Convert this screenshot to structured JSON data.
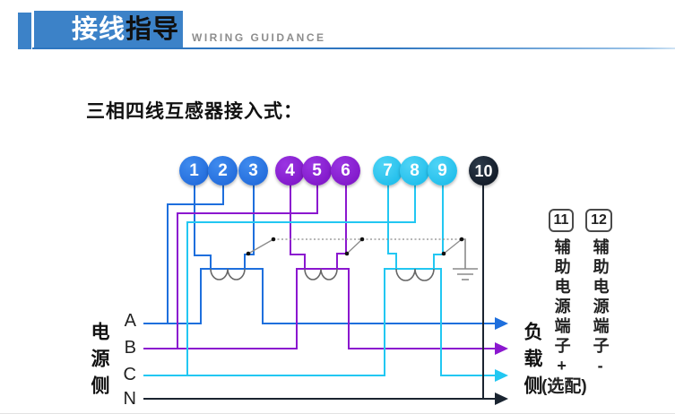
{
  "header": {
    "brand_primary": "接线",
    "brand_secondary": "指导",
    "subtitle": "WIRING GUIDANCE"
  },
  "section_title": "三相四线互感器接入式：",
  "terminals": [
    {
      "label": "1",
      "group": "phase-a"
    },
    {
      "label": "2",
      "group": "phase-a"
    },
    {
      "label": "3",
      "group": "phase-a"
    },
    {
      "label": "4",
      "group": "phase-b"
    },
    {
      "label": "5",
      "group": "phase-b"
    },
    {
      "label": "6",
      "group": "phase-b"
    },
    {
      "label": "7",
      "group": "phase-c"
    },
    {
      "label": "8",
      "group": "phase-c"
    },
    {
      "label": "9",
      "group": "phase-c"
    },
    {
      "label": "10",
      "group": "neutral"
    }
  ],
  "aux": {
    "terminal_11": "11",
    "terminal_12": "12",
    "caption_11": "辅助电源端子+",
    "caption_12": "辅助电源端子-",
    "optional_note": "(选配)"
  },
  "source_side": {
    "label": "电源侧",
    "phase_a": "A",
    "phase_b": "B",
    "phase_c": "C",
    "neutral": "N"
  },
  "load_side": {
    "label": "负载侧"
  },
  "colors": {
    "header_blue": "#3c82c8",
    "phase_a_blue": "#1e6fdd",
    "phase_b_purple": "#8b17cf",
    "phase_c_cyan": "#22c7f2",
    "neutral_black": "#1a2430",
    "coil_gray": "#666666"
  }
}
